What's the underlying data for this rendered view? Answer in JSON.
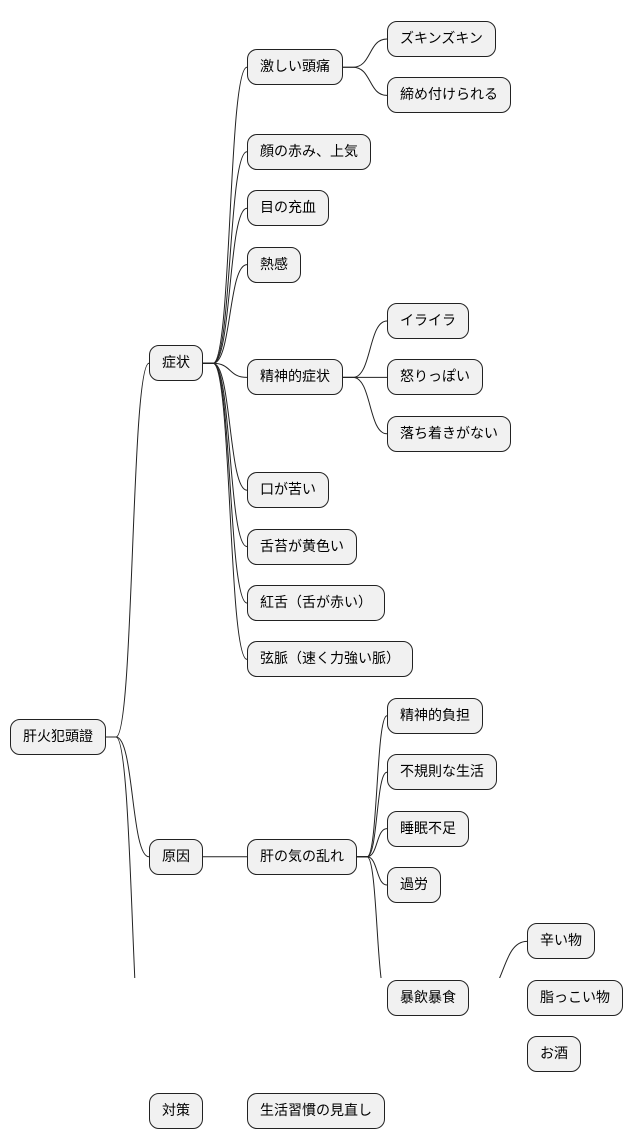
{
  "mindmap": {
    "root": {
      "label": "肝火犯頭證",
      "children": [
        {
          "label": "症状",
          "children": [
            {
              "label": "激しい頭痛",
              "children": [
                {
                  "label": "ズキンズキン"
                },
                {
                  "label": "締め付けられる"
                }
              ]
            },
            {
              "label": "顔の赤み、上気"
            },
            {
              "label": "目の充血"
            },
            {
              "label": "熱感"
            },
            {
              "label": "精神的症状",
              "children": [
                {
                  "label": "イライラ"
                },
                {
                  "label": "怒りっぽい"
                },
                {
                  "label": "落ち着きがない"
                }
              ]
            },
            {
              "label": "口が苦い"
            },
            {
              "label": "舌苔が黄色い"
            },
            {
              "label": "紅舌（舌が赤い）"
            },
            {
              "label": "弦脈（速く力強い脈）"
            }
          ]
        },
        {
          "label": "原因",
          "children": [
            {
              "label": "肝の気の乱れ",
              "children": [
                {
                  "label": "精神的負担"
                },
                {
                  "label": "不規則な生活"
                },
                {
                  "label": "睡眠不足"
                },
                {
                  "label": "過労"
                },
                {
                  "label": "暴飲暴食",
                  "children": [
                    {
                      "label": "辛い物"
                    },
                    {
                      "label": "脂っこい物"
                    },
                    {
                      "label": "お酒"
                    }
                  ]
                }
              ]
            }
          ]
        },
        {
          "label": "対策",
          "children": [
            {
              "label": "生活習慣の見直し"
            }
          ]
        }
      ]
    }
  }
}
